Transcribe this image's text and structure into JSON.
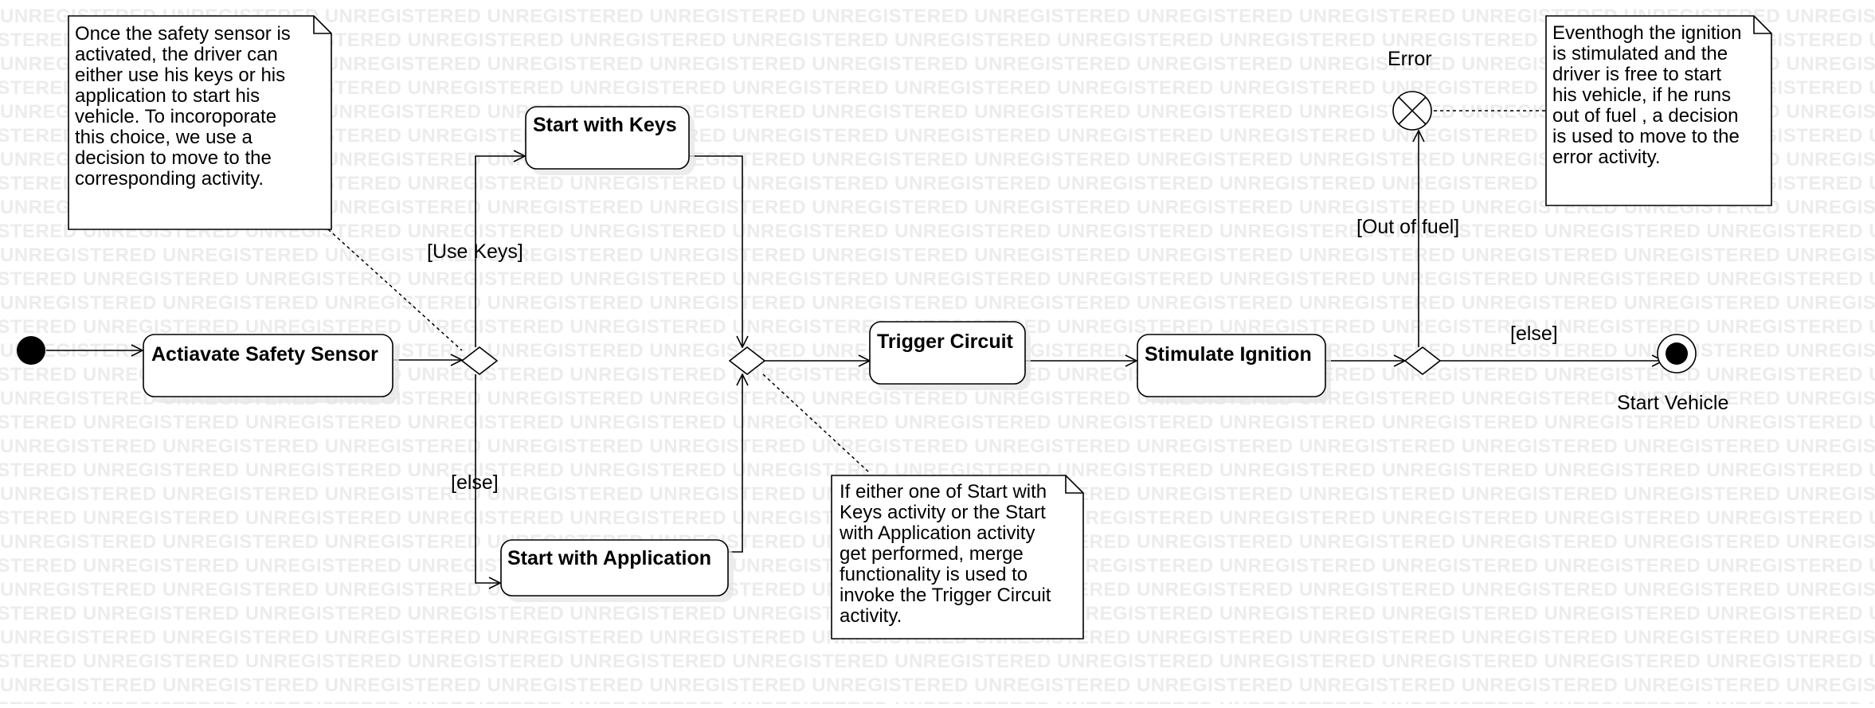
{
  "watermark": "UNREGISTERED",
  "nodes": {
    "safety_sensor": "Actiavate Safety Sensor",
    "start_keys": "Start with Keys",
    "start_app": "Start with Application",
    "trigger_circuit": "Trigger Circuit",
    "stimulate_ignition": "Stimulate Ignition"
  },
  "labels": {
    "use_keys": "[Use Keys]",
    "else_left": "[else]",
    "out_of_fuel": "[Out of fuel]",
    "else_right": "[else]",
    "error": "Error",
    "start_vehicle": "Start Vehicle"
  },
  "notes": {
    "note1": [
      "Once the safety sensor is",
      "activated, the driver can",
      "either use his keys or his",
      "application to start his",
      "vehicle. To incoroporate",
      "this choice, we use a",
      "decision to move to the",
      "corresponding activity."
    ],
    "note2": [
      "If either one of Start with",
      "Keys activity or the Start",
      "with Application activity",
      "get performed, merge",
      "functionality is used to",
      "invoke the Trigger Circuit",
      "activity."
    ],
    "note3": [
      "Eventhogh the ignition",
      "is stimulated and the",
      "driver is free to start",
      "his vehicle, if he runs",
      "out of fuel , a decision",
      "is used to move to the",
      "error activity."
    ]
  }
}
